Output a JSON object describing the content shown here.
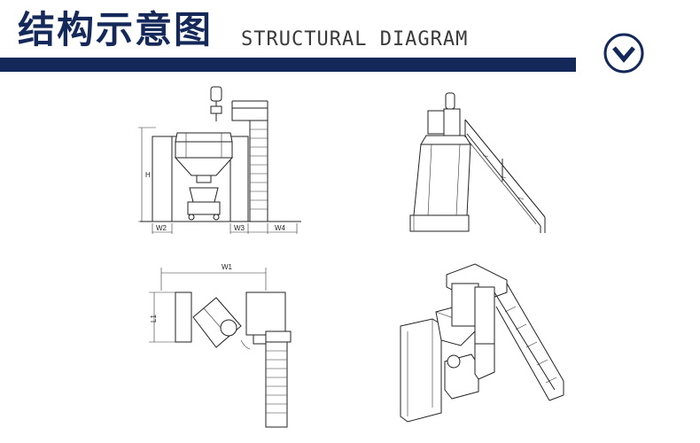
{
  "header": {
    "title_cn": "结构示意图",
    "title_en": "STRUCTURAL DIAGRAM",
    "bar_color": "#14285a",
    "scroll_icon": "chevron-down-circle-icon"
  },
  "drawings": {
    "front_view": {
      "dim_h": "H",
      "dim_w2": "W2",
      "dim_w3": "W3",
      "dim_w4": "W4"
    },
    "top_view": {
      "dim_w1": "W1",
      "dim_l1": "L1"
    }
  }
}
